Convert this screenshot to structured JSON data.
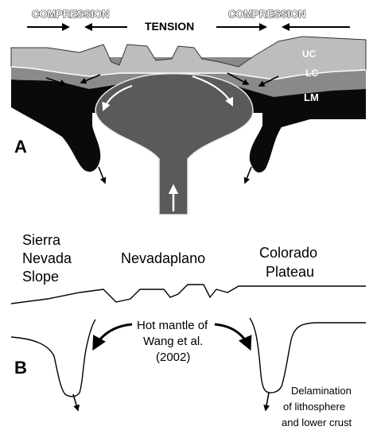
{
  "panel_a": {
    "letter": "A",
    "compression_left": "COMPRESSION",
    "compression_right": "COMPRESSION",
    "tension": "TENSION",
    "layers": {
      "upper_crust": "UC",
      "lower_crust": "LC",
      "lithospheric_mantle": "LM"
    }
  },
  "panel_b": {
    "letter": "B",
    "regions": {
      "sierra_line1": "Sierra",
      "sierra_line2": "Nevada",
      "sierra_line3": "Slope",
      "nevadaplano": "Nevadaplano",
      "colorado_line1": "Colorado",
      "colorado_line2": "Plateau"
    },
    "hot_mantle": {
      "line1": "Hot mantle of",
      "line2": "Wang et al.",
      "line3": "(2002)"
    },
    "delamination": {
      "line1": "Delamination",
      "line2": "of lithosphere",
      "line3": "and lower crust"
    }
  },
  "colors": {
    "upper_crust": "#bdbdbd",
    "lower_crust": "#8a8a8a",
    "lithospheric_mantle": "#0a0a0a",
    "plume": "#5a5a5a",
    "ink": "#000000"
  }
}
